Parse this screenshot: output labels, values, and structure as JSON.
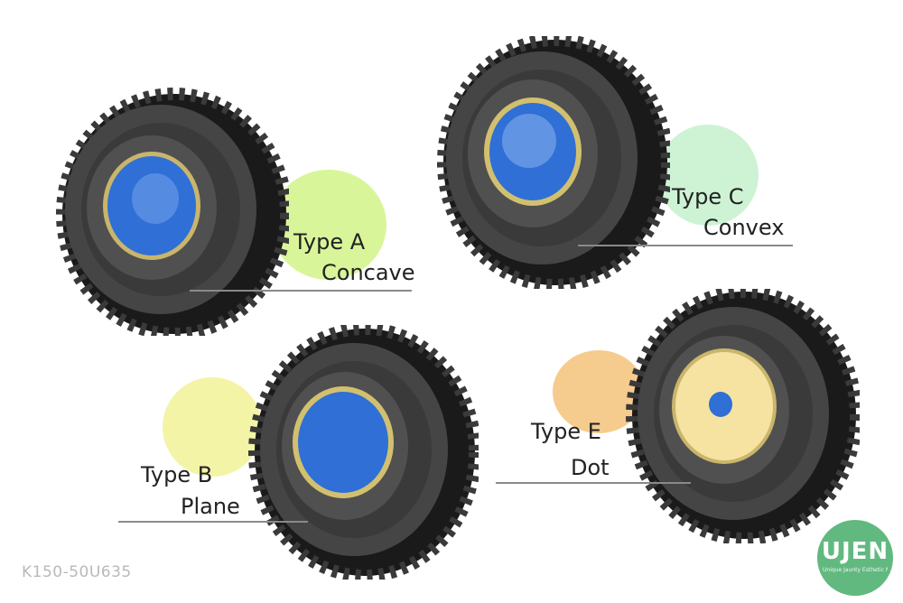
{
  "variants": [
    {
      "id": "A",
      "type_label": "Type A",
      "shape_label": "Concave"
    },
    {
      "id": "B",
      "type_label": "Type B",
      "shape_label": "Plane"
    },
    {
      "id": "C",
      "type_label": "Type C",
      "shape_label": "Convex"
    },
    {
      "id": "E",
      "type_label": "Type E",
      "shape_label": "Dot"
    }
  ],
  "sku": "K150-50U635",
  "logo": {
    "brand": "UJEN",
    "tagline": "Unique Jaunty Esthetic Noble"
  },
  "colors": {
    "tire": "#2b2b2b",
    "button_blue": "#2f6fd6",
    "cap_cream": "#f6e3a1",
    "blob_lime": "#d9f59a",
    "blob_mint": "#cdf3d4",
    "blob_yellow": "#f3f4a6",
    "blob_orange": "#f6cb8e",
    "logo_green": "#62b980"
  }
}
